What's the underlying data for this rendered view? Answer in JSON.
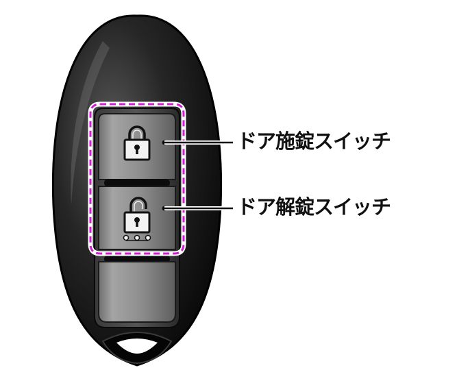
{
  "callouts": {
    "lock_switch": "ドア施錠スイッチ",
    "unlock_switch": "ドア解錠スイッチ"
  },
  "icons": {
    "lock": "padlock-closed-icon",
    "unlock": "padlock-open-icon",
    "unlock_hold_dots": "three-dots-hold-indicator"
  },
  "colors": {
    "fob_body": "#141414",
    "button_face": "#8c8c8c",
    "highlight_outline": "#d21ed2",
    "leader_line": "#111111"
  }
}
